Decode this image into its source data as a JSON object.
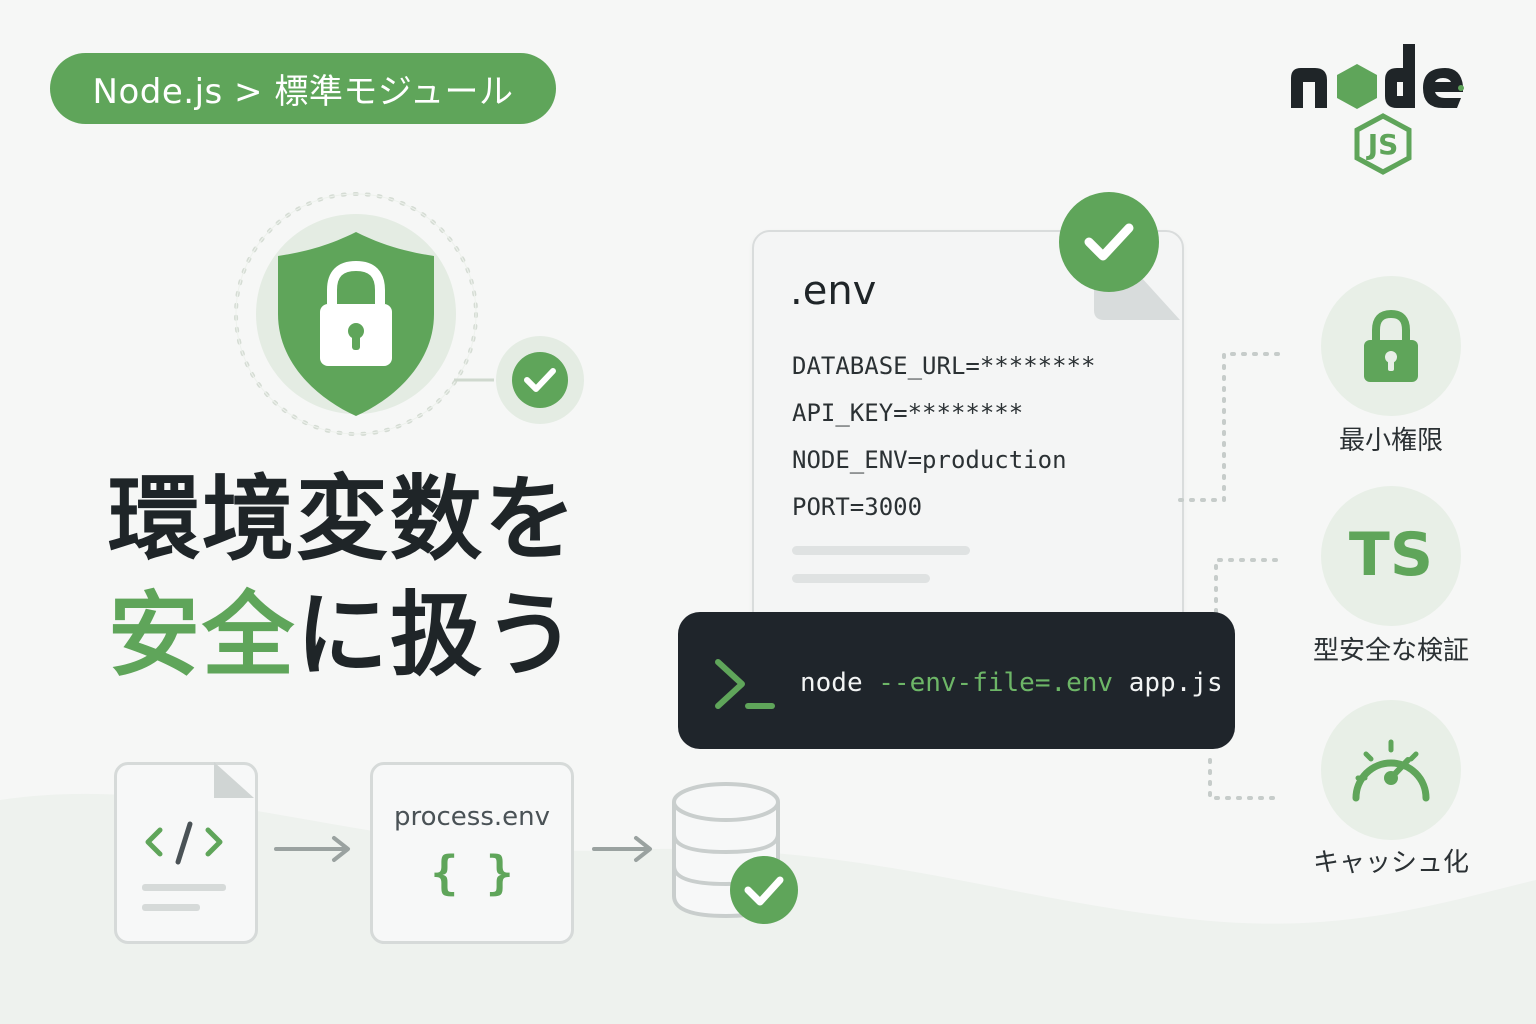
{
  "breadcrumb": {
    "text": "Node.js > 標準モジュール"
  },
  "logo": {
    "word": "node",
    "badge": "JS"
  },
  "headline": {
    "line1": "環境変数を",
    "line2_green": "安全",
    "line2_rest": "に扱う"
  },
  "env_file": {
    "title": ".env",
    "lines": [
      "DATABASE_URL=********",
      "API_KEY=********",
      "NODE_ENV=production",
      "PORT=3000"
    ]
  },
  "terminal": {
    "cmd_node": "node",
    "cmd_flag": "--env-file=.env",
    "cmd_file": "app.js"
  },
  "features": [
    {
      "icon": "lock-icon",
      "label": "最小権限"
    },
    {
      "icon": "ts-icon",
      "text": "TS",
      "label": "型安全な検証"
    },
    {
      "icon": "speedometer-icon",
      "label": "キャッシュ化"
    }
  ],
  "flow": {
    "code_icon_text": "</>",
    "process_label": "process.env",
    "braces": "{ }"
  },
  "colors": {
    "accent": "#5fa55a",
    "dark": "#1f252b",
    "text": "#1f2528"
  }
}
